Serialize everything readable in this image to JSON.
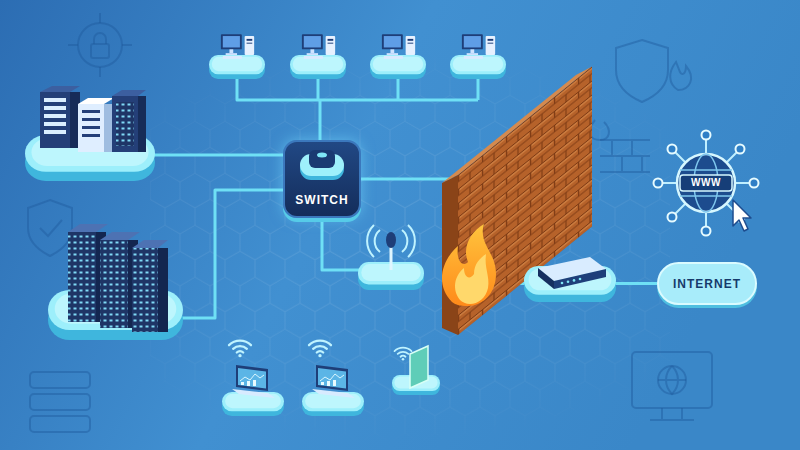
{
  "diagram": {
    "nodes": [
      {
        "text": [
          "SWITCH"
        ]
      },
      {
        "text": [
          "INTERNET"
        ]
      }
    ],
    "edges": [
      {
        "from": 0,
        "to": 1,
        "arrow": "none"
      }
    ],
    "labels": [
      "WWW"
    ]
  }
}
